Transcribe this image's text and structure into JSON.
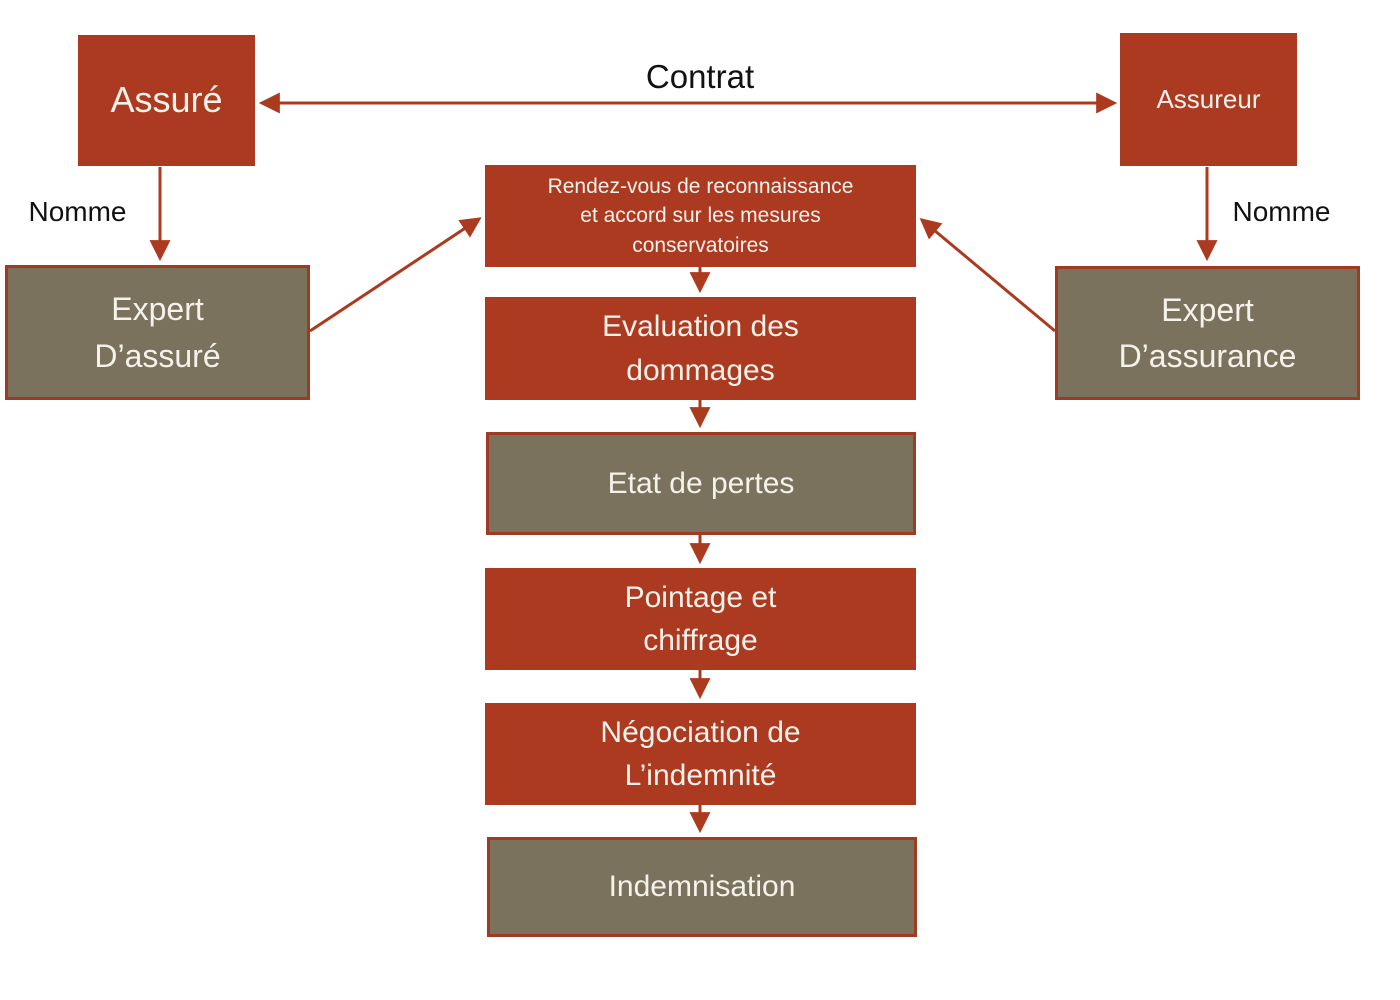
{
  "diagram": {
    "colors": {
      "red": "#AC3A21",
      "olive": "#7A725C",
      "border": "#A03A22",
      "arrow": "#AC3A1E",
      "textLight": "#F5F2EC",
      "textDark": "#111111"
    },
    "labels": {
      "contrat": "Contrat",
      "nomme_left": "Nomme",
      "nomme_right": "Nomme"
    },
    "actors": {
      "assure": "Assuré",
      "assureur": "Assureur",
      "expert_assure": "Expert\nD’assuré",
      "expert_assurance": "Expert\nD’assurance"
    },
    "steps": [
      {
        "id": "rendezvous",
        "label": "Rendez-vous de reconnaissance\net accord sur les mesures\nconservatoires"
      },
      {
        "id": "evaluation",
        "label": "Evaluation des\ndommages"
      },
      {
        "id": "etat-pertes",
        "label": "Etat de pertes"
      },
      {
        "id": "pointage",
        "label": "Pointage et\nchiffrage"
      },
      {
        "id": "negociation",
        "label": "Négociation de\nL’indemnité"
      },
      {
        "id": "indemnisation",
        "label": "Indemnisation"
      }
    ]
  }
}
